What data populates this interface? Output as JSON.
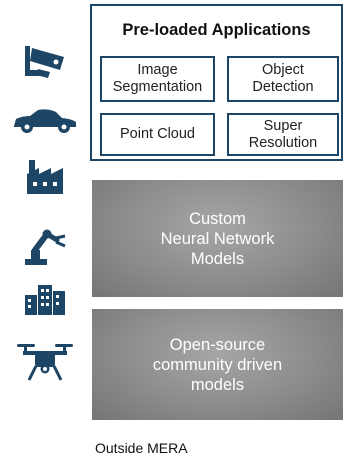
{
  "icons": [
    "security-camera-icon",
    "car-icon",
    "factory-icon",
    "robot-arm-icon",
    "city-buildings-icon",
    "drone-icon"
  ],
  "preloaded": {
    "title": "Pre-loaded Applications",
    "apps": [
      {
        "label": "Image\nSegmentation"
      },
      {
        "label": "Object\nDetection"
      },
      {
        "label": "Point Cloud"
      },
      {
        "label": "Super\nResolution"
      }
    ]
  },
  "blocks": [
    {
      "label": "Custom\nNeural Network\nModels"
    },
    {
      "label": "Open-source\ncommunity driven\nmodels"
    }
  ],
  "footer": "Outside MERA",
  "colors": {
    "navy": "#1d4566",
    "gray_block": "#8c8c8c"
  }
}
